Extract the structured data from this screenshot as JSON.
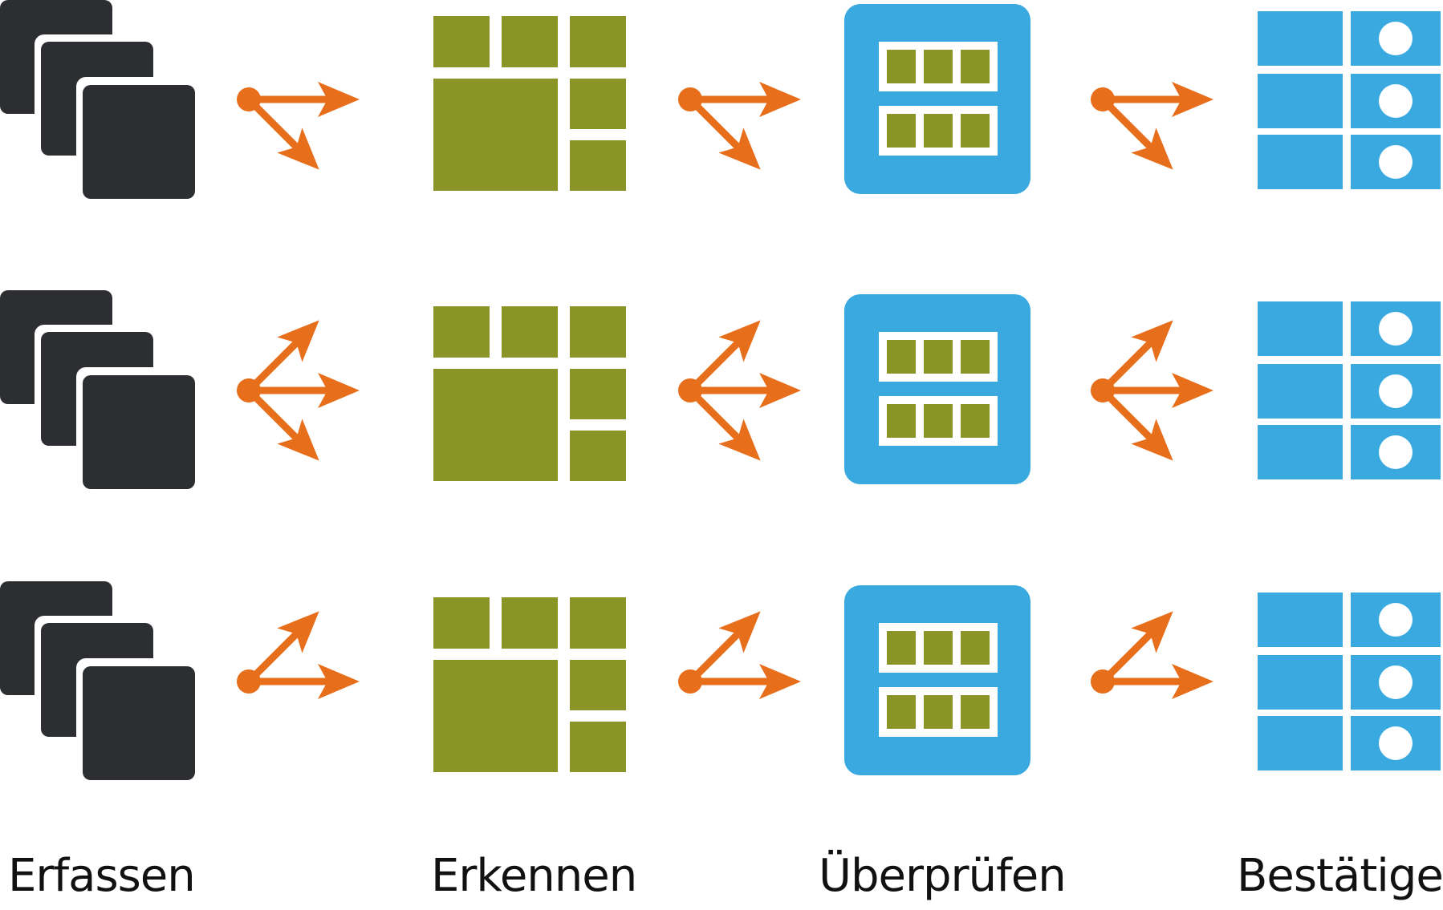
{
  "stages": [
    {
      "label": "Erfassen",
      "icon": "stacked-documents-icon"
    },
    {
      "label": "Erkennen",
      "icon": "layout-grid-icon"
    },
    {
      "label": "Überprüfen",
      "icon": "data-table-icon"
    },
    {
      "label": "Bestätigen",
      "icon": "confirmation-list-icon"
    }
  ],
  "rows": [
    {
      "connector": "split-down",
      "directions": [
        "right",
        "down"
      ]
    },
    {
      "connector": "split-three",
      "directions": [
        "up",
        "right",
        "down"
      ]
    },
    {
      "connector": "split-up",
      "directions": [
        "up",
        "right"
      ]
    }
  ],
  "colors": {
    "capture": "#2d2e31",
    "recognize": "#8a9427",
    "review": "#39a9e0",
    "confirm": "#39a9e0",
    "arrow": "#e76e1b",
    "text": "#111111",
    "background": "#ffffff"
  }
}
